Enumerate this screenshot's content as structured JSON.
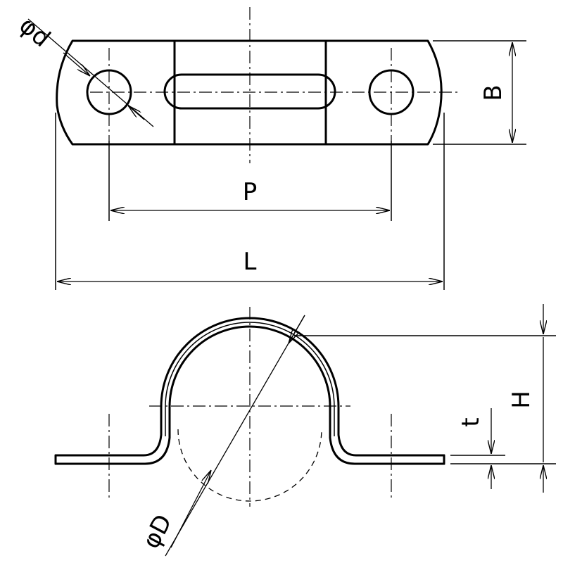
{
  "labels": {
    "hole_diameter": "φd",
    "width": "B",
    "pitch": "P",
    "length": "L",
    "height": "H",
    "thickness": "t",
    "pipe_diameter": "φD"
  }
}
